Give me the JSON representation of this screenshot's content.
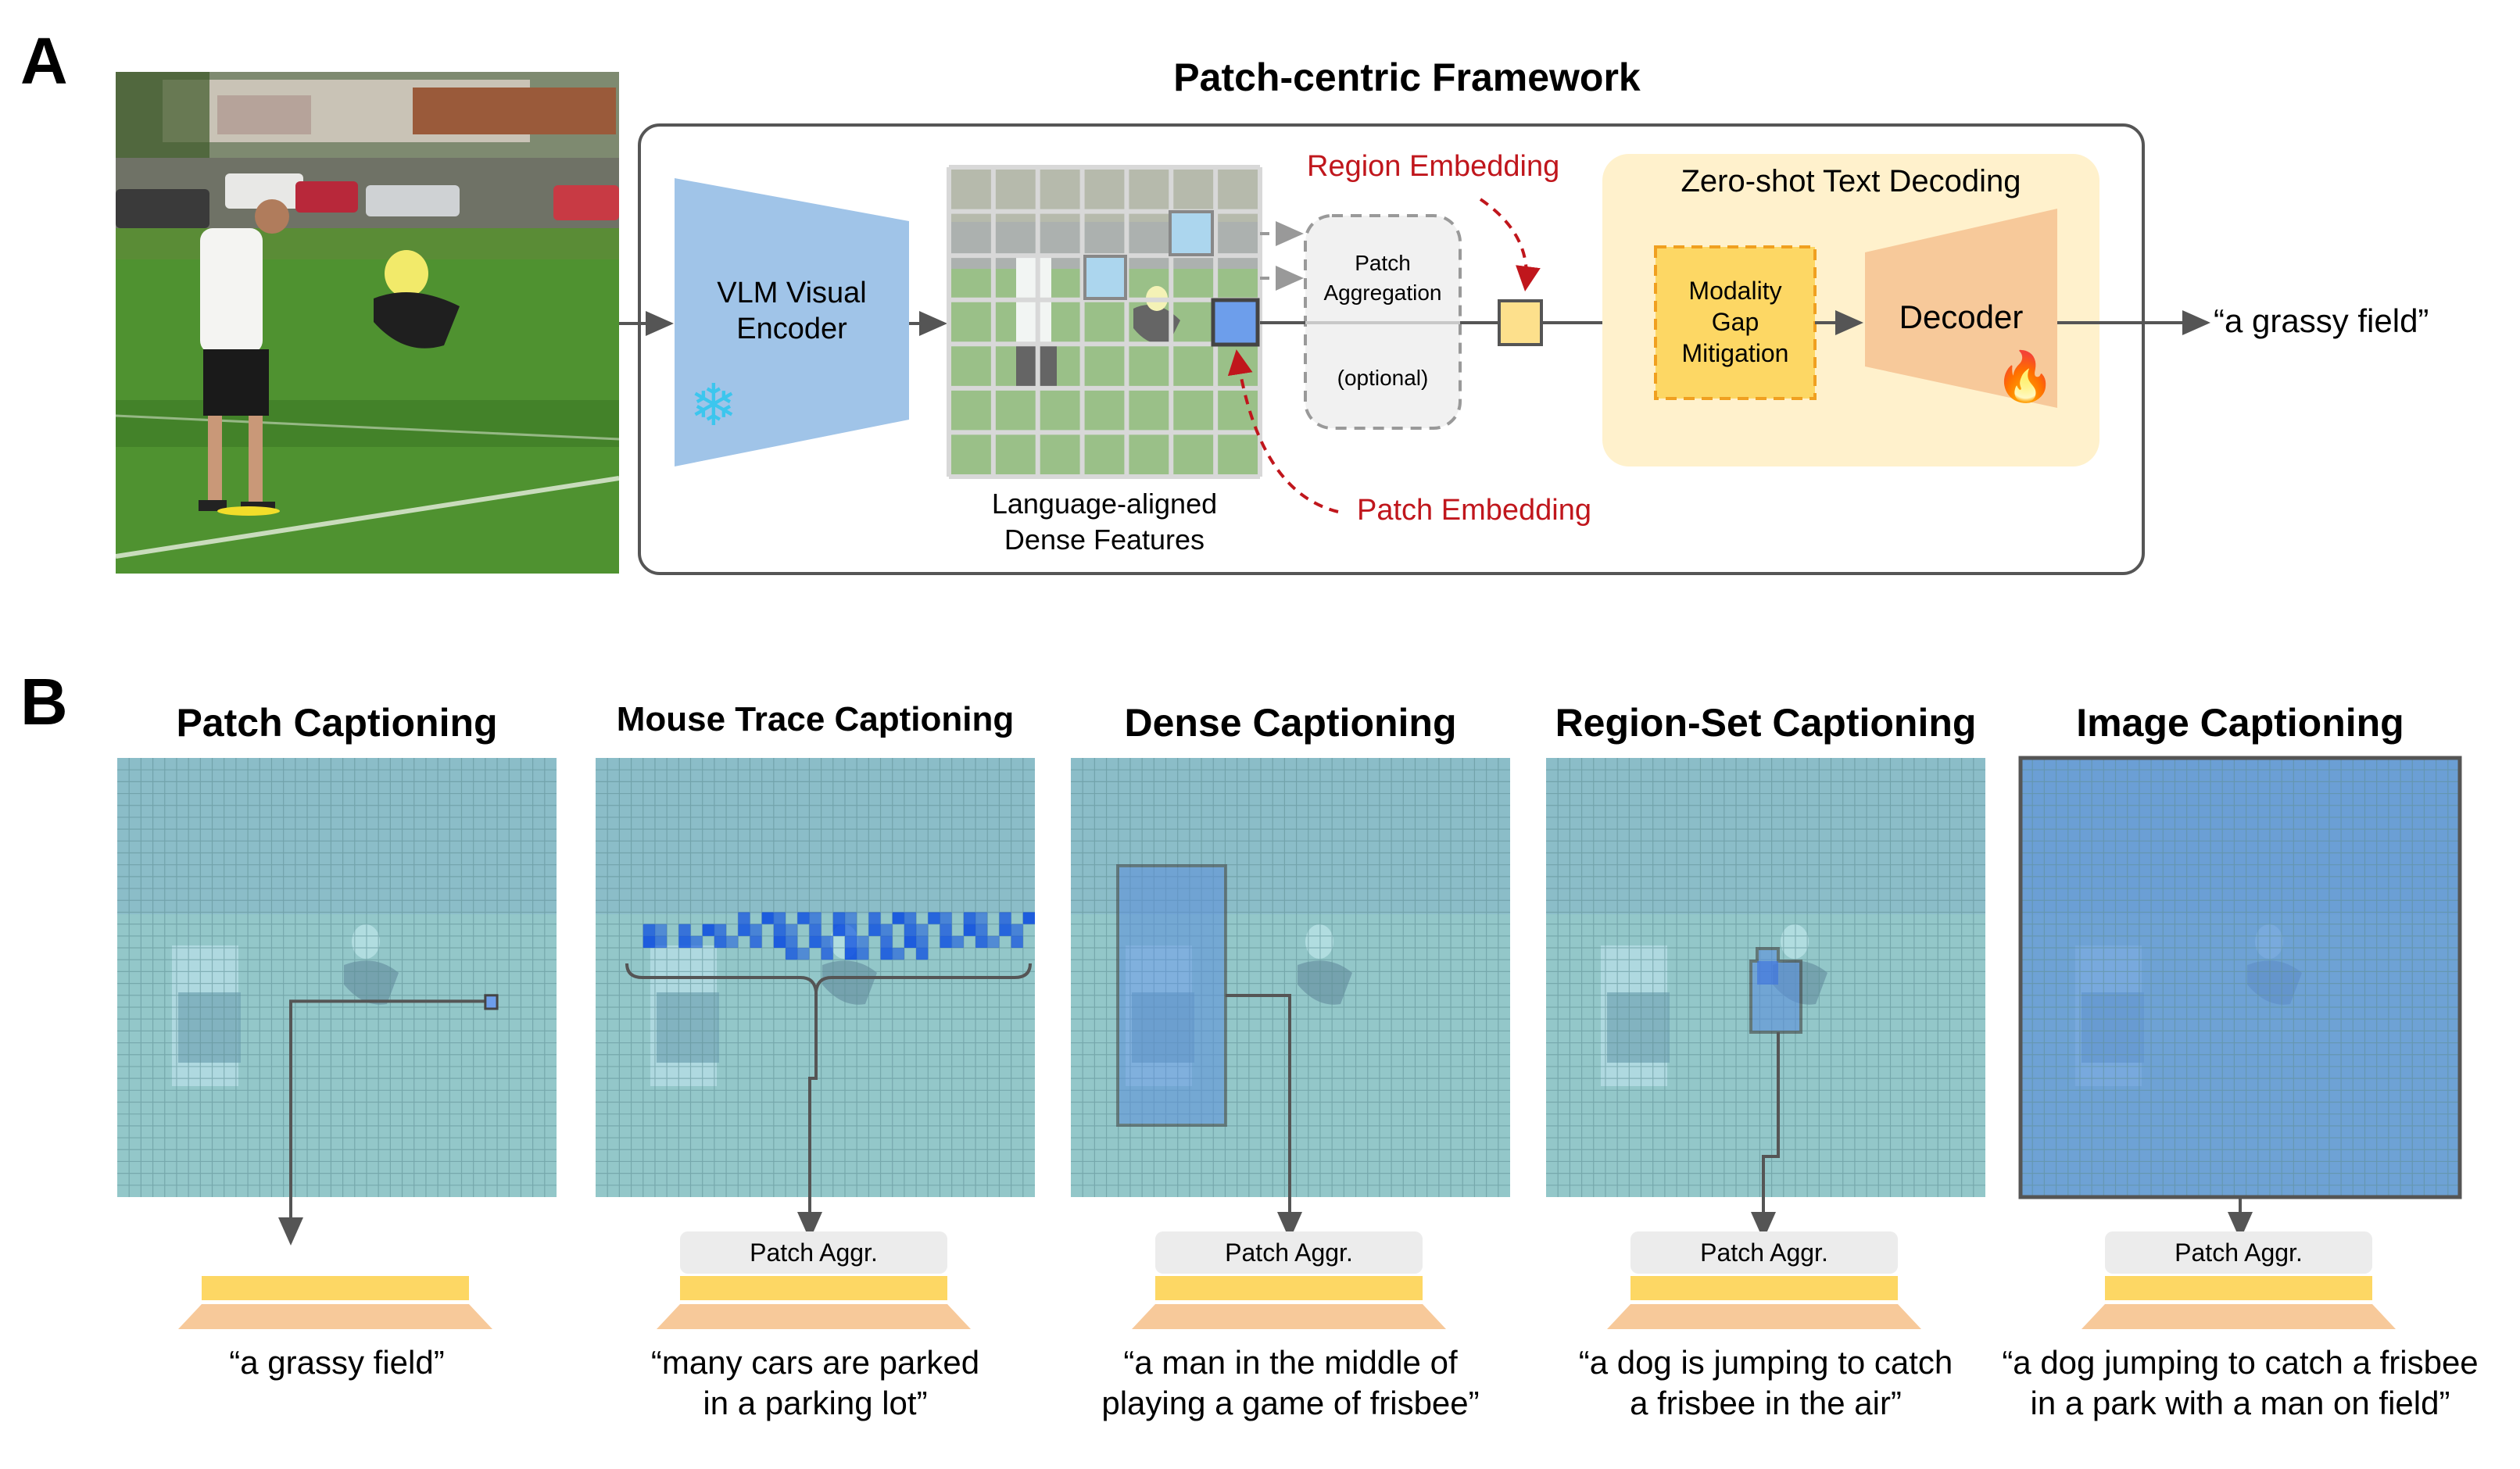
{
  "panel_a": {
    "letter": "A",
    "title": "Patch-centric Framework",
    "encoder": {
      "line1": "VLM Visual",
      "line2": "Encoder",
      "icon": "snowflake-icon",
      "state": "frozen"
    },
    "dense_features": {
      "line1": "Language-aligned",
      "line2": "Dense Features",
      "grid": [
        7,
        7
      ]
    },
    "patch_aggregation": {
      "line1": "Patch",
      "line2": "Aggregation",
      "line3": "(optional)"
    },
    "region_embedding_label": "Region Embedding",
    "patch_embedding_label": "Patch Embedding",
    "decoding_group": {
      "title": "Zero-shot Text Decoding",
      "modality": {
        "line1": "Modality",
        "line2": "Gap",
        "line3": "Mitigation"
      },
      "decoder": {
        "label": "Decoder",
        "icon": "fire-icon",
        "state": "trainable"
      }
    },
    "output_caption": "“a grassy field”"
  },
  "panel_b": {
    "letter": "B",
    "aggr_label": "Patch Aggr.",
    "tasks": [
      {
        "title": "Patch Captioning",
        "caption": "“a grassy field”",
        "has_aggr": false,
        "mode": "patch"
      },
      {
        "title": "Mouse Trace Captioning",
        "caption": "“many cars are parked\nin a parking lot”",
        "has_aggr": true,
        "mode": "trace"
      },
      {
        "title": "Dense Captioning",
        "caption": "“a man in the middle of\nplaying a game of frisbee”",
        "has_aggr": true,
        "mode": "box"
      },
      {
        "title": "Region-Set Captioning",
        "caption": "“a dog is jumping to catch\na frisbee in the air”",
        "has_aggr": true,
        "mode": "regionset"
      },
      {
        "title": "Image Captioning",
        "caption": "“a dog jumping to catch a frisbee\nin a park with a man on field”",
        "has_aggr": true,
        "mode": "image"
      }
    ]
  },
  "colors": {
    "encoder": "#a0c4e8",
    "decoder": "#f7c99a",
    "decoding_bg": "#fff1cc",
    "modality": "#fdd764",
    "modality_border": "#f0a020",
    "region_embedding": "#fde08c",
    "patch_highlight": "#6d9eeb",
    "patch_light": "#acd6ee",
    "accent_red": "#c0161c",
    "line": "#555555",
    "grid_tint": "#8fc5c9",
    "select_blue": "#5b8fdc",
    "aggr_bg": "#ececec",
    "bar_yellow": "#fdd764",
    "bar_peach": "#f7c99a"
  }
}
